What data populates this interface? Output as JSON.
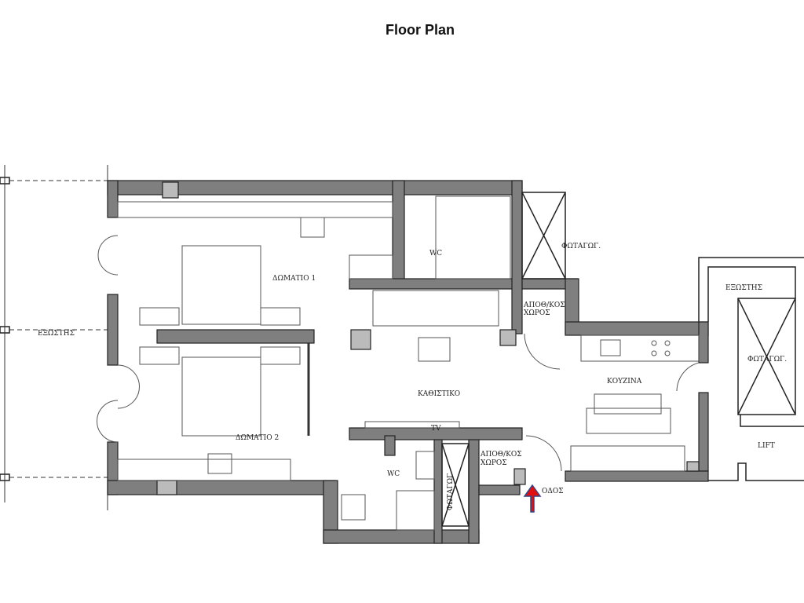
{
  "title": "Floor Plan",
  "rooms": {
    "balcony_left": "ΕΞΩΣΤΗΣ",
    "room1": "ΔΩΜΑΤΙΟ 1",
    "room2": "ΔΩΜΑΤΙΟ 2",
    "wc_top": "WC",
    "wc_bottom": "WC",
    "lightwell_top": "ΦΩΤΑΓΩΓ.",
    "storage_top_1": "ΑΠΟΘ/ΚΟΣ",
    "storage_top_2": "ΧΩΡΟΣ",
    "living": "ΚΑΘΙΣΤΙΚΟ",
    "tv": "TV",
    "lightwell_bottom": "ΦΩΤΑΓΩΓ",
    "storage_bottom_1": "ΑΠΟΘ/ΚΟΣ",
    "storage_bottom_2": "ΧΩΡΟΣ",
    "entrance": "ΟΔΟΣ",
    "kitchen": "ΚΟΥΖΙΝΑ",
    "balcony_right": "ΕΞΩΣΤΗΣ",
    "lightwell_right": "ΦΩΤΑΓΩΓ.",
    "lift": "LIFT"
  },
  "colors": {
    "wall": "#7f7f7f",
    "entrance_arrow": "#e01010"
  }
}
